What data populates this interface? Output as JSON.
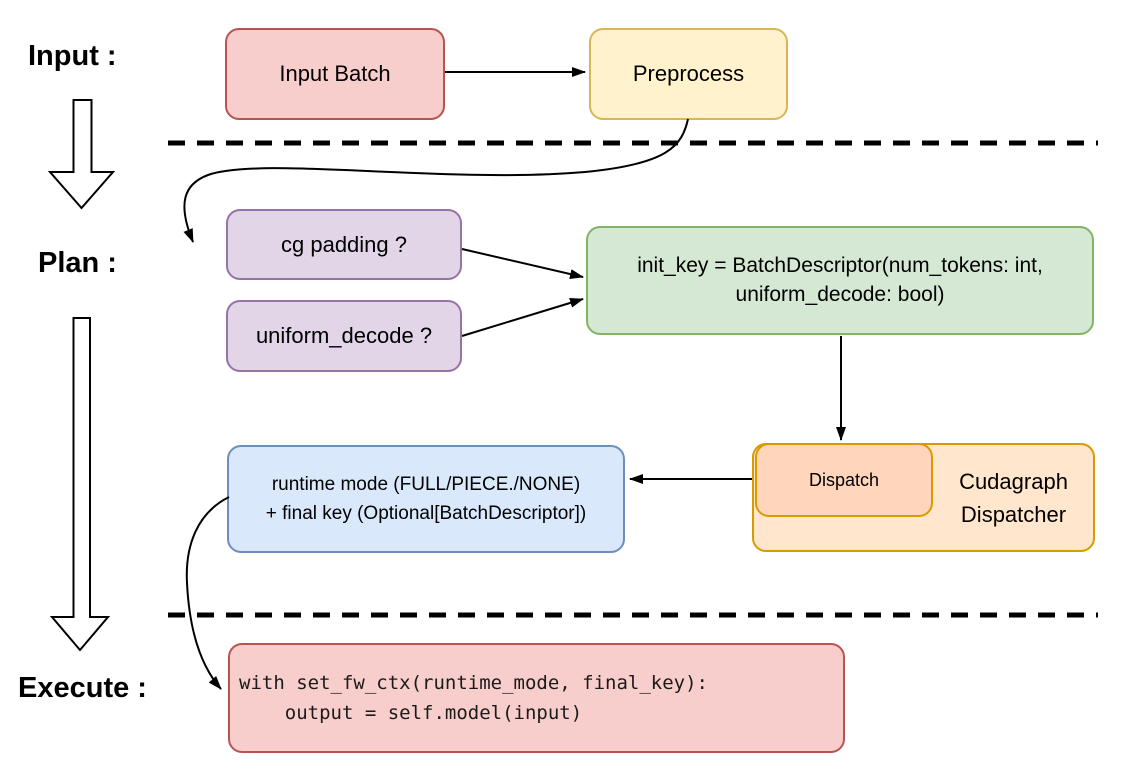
{
  "labels": {
    "input": "Input :",
    "plan": "Plan :",
    "execute": "Execute :"
  },
  "nodes": {
    "input_batch": {
      "text": "Input Batch",
      "fill": "#F8CECC",
      "stroke": "#B85450"
    },
    "preprocess": {
      "text": "Preprocess",
      "fill": "#FFF2CC",
      "stroke": "#D6B656"
    },
    "cg_padding": {
      "text": "cg padding ?",
      "fill": "#E1D5E7",
      "stroke": "#9673A6"
    },
    "uniform_decode": {
      "text": "uniform_decode ?",
      "fill": "#E1D5E7",
      "stroke": "#9673A6"
    },
    "init_key": {
      "line1": "init_key = BatchDescriptor(num_tokens: int,",
      "line2": "uniform_decode: bool)",
      "fill": "#D5E8D4",
      "stroke": "#82B366"
    },
    "cudagraph_dispatcher": {
      "line1": "Cudagraph",
      "line2": "Dispatcher",
      "fill": "#FFE6CC",
      "stroke": "#D79B00"
    },
    "dispatch": {
      "text": "Dispatch",
      "fill": "#FFD6BC",
      "stroke": "#D79B00"
    },
    "runtime_mode": {
      "line1": "runtime mode (FULL/PIECE./NONE)",
      "line2": "+ final key (Optional[BatchDescriptor])",
      "fill": "#DAE8FC",
      "stroke": "#6C8EBF"
    },
    "execute_code": {
      "line1": "with set_fw_ctx(runtime_mode, final_key):",
      "line2": "    output = self.model(input)",
      "fill": "#F8CECC",
      "stroke": "#B85450"
    }
  },
  "colors": {
    "connector": "#000000",
    "divider": "#000000",
    "text": "#000000",
    "background": "#FFFFFF"
  }
}
